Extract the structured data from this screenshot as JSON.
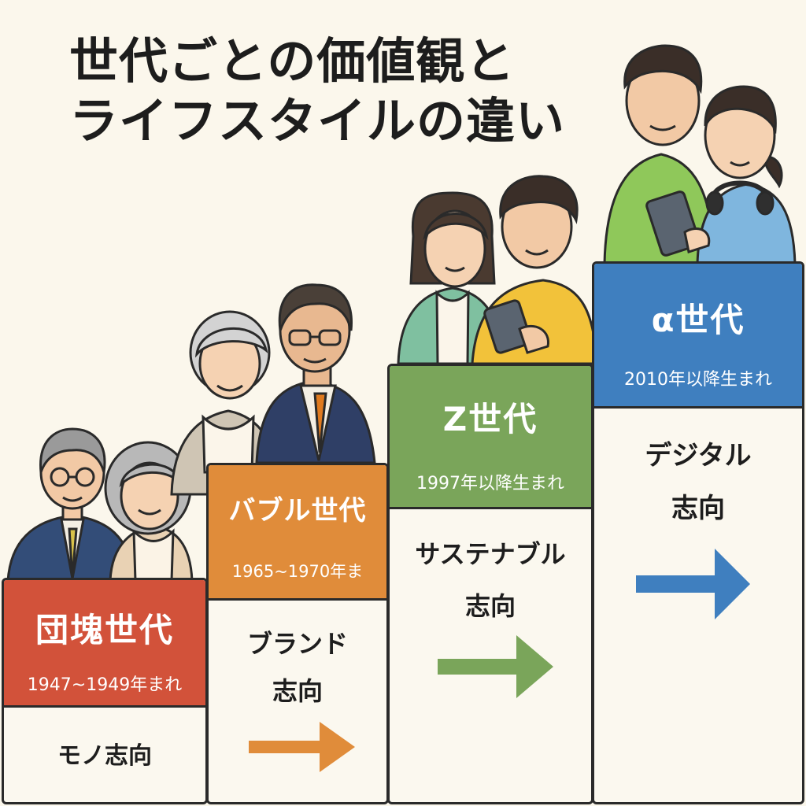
{
  "title": {
    "line1": "世代ごとの価値観と",
    "line2": "ライフスタイルの違い"
  },
  "colors": {
    "background": "#fbf7ec",
    "dankai": "#d2523a",
    "bubble": "#e08c3a",
    "genz": "#7aa55a",
    "alpha": "#3f7fbf"
  },
  "generations": [
    {
      "name": "団塊世代",
      "years": "1947~1949年まれ",
      "value": "モノ志向",
      "icon": "elderly-couple"
    },
    {
      "name": "バブル世代",
      "years": "1965~1970年ま",
      "value": "ブランド志向",
      "value_line1": "ブランド",
      "value_line2": "志向",
      "icon": "middle-aged-couple"
    },
    {
      "name": "Z世代",
      "years": "1997年以降生まれ",
      "value": "サステナブル志向",
      "value_line1": "サステナブル",
      "value_line2": "志向",
      "icon": "young-adults-with-phone"
    },
    {
      "name": "α世代",
      "years": "2010年以降生まれ",
      "value": "デジタル志向",
      "value_line1": "デジタル",
      "value_line2": "志向",
      "icon": "kids-with-tablet"
    }
  ]
}
